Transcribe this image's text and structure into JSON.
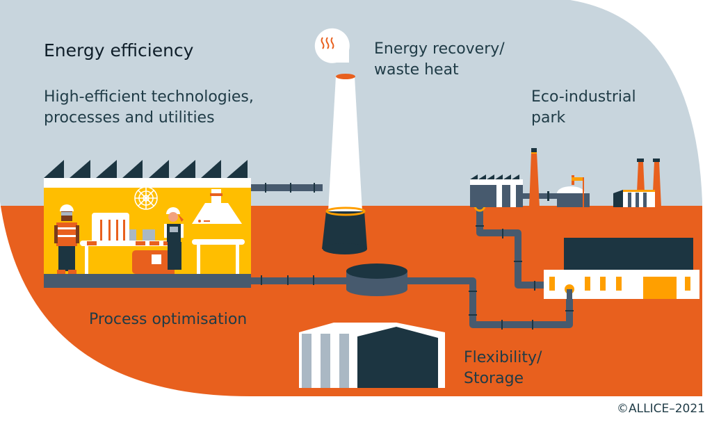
{
  "title": "Energy efficiency",
  "labels": {
    "technologies": [
      "High-efficient technologies,",
      "processes and utilities"
    ],
    "energy_recovery": [
      "Energy recovery/",
      "waste heat"
    ],
    "eco_industrial": [
      "Eco-industrial",
      "park"
    ],
    "process_optimisation": "Process optimisation",
    "flexibility": [
      "Flexibility/",
      "Storage"
    ]
  },
  "copyright": "©ALLICE–2021",
  "colors": {
    "sky": "#c8d5dd",
    "ground": "#e8601e",
    "factory_yellow": "#ffbe00",
    "pipe": "#475a6e",
    "dark": "#1c3541",
    "accent_orange": "#ff9f00",
    "white": "#ffffff"
  },
  "icons": [
    "heat-waves-icon",
    "worker-icon",
    "fan-icon",
    "chimney-icon",
    "pipe-icon",
    "storage-tank-icon",
    "warehouse-icon"
  ]
}
